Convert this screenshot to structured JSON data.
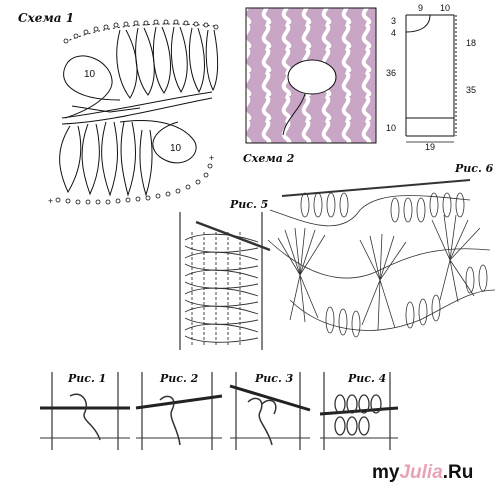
{
  "scheme1": {
    "caption": "Схема 1",
    "loop_left": "10",
    "loop_right": "10"
  },
  "scheme2": {
    "caption": "Схема 2"
  },
  "fig6_pattern": {
    "caption": "Рис. 6",
    "dims": {
      "top_a": "9",
      "top_b": "10",
      "left_a": "3",
      "left_b": "4",
      "left_c": "36",
      "left_d": "10",
      "right_a": "18",
      "right_b": "35",
      "bottom": "19"
    }
  },
  "fig5": {
    "caption": "Рис. 5"
  },
  "steps": [
    {
      "caption": "Рис. 1"
    },
    {
      "caption": "Рис. 2"
    },
    {
      "caption": "Рис. 3"
    },
    {
      "caption": "Рис. 4"
    }
  ],
  "watermark": {
    "part1": "my",
    "part2": "Julia",
    "part3": ".Ru",
    "color_main": "#111111",
    "color_accent": "#e8a3b4"
  }
}
